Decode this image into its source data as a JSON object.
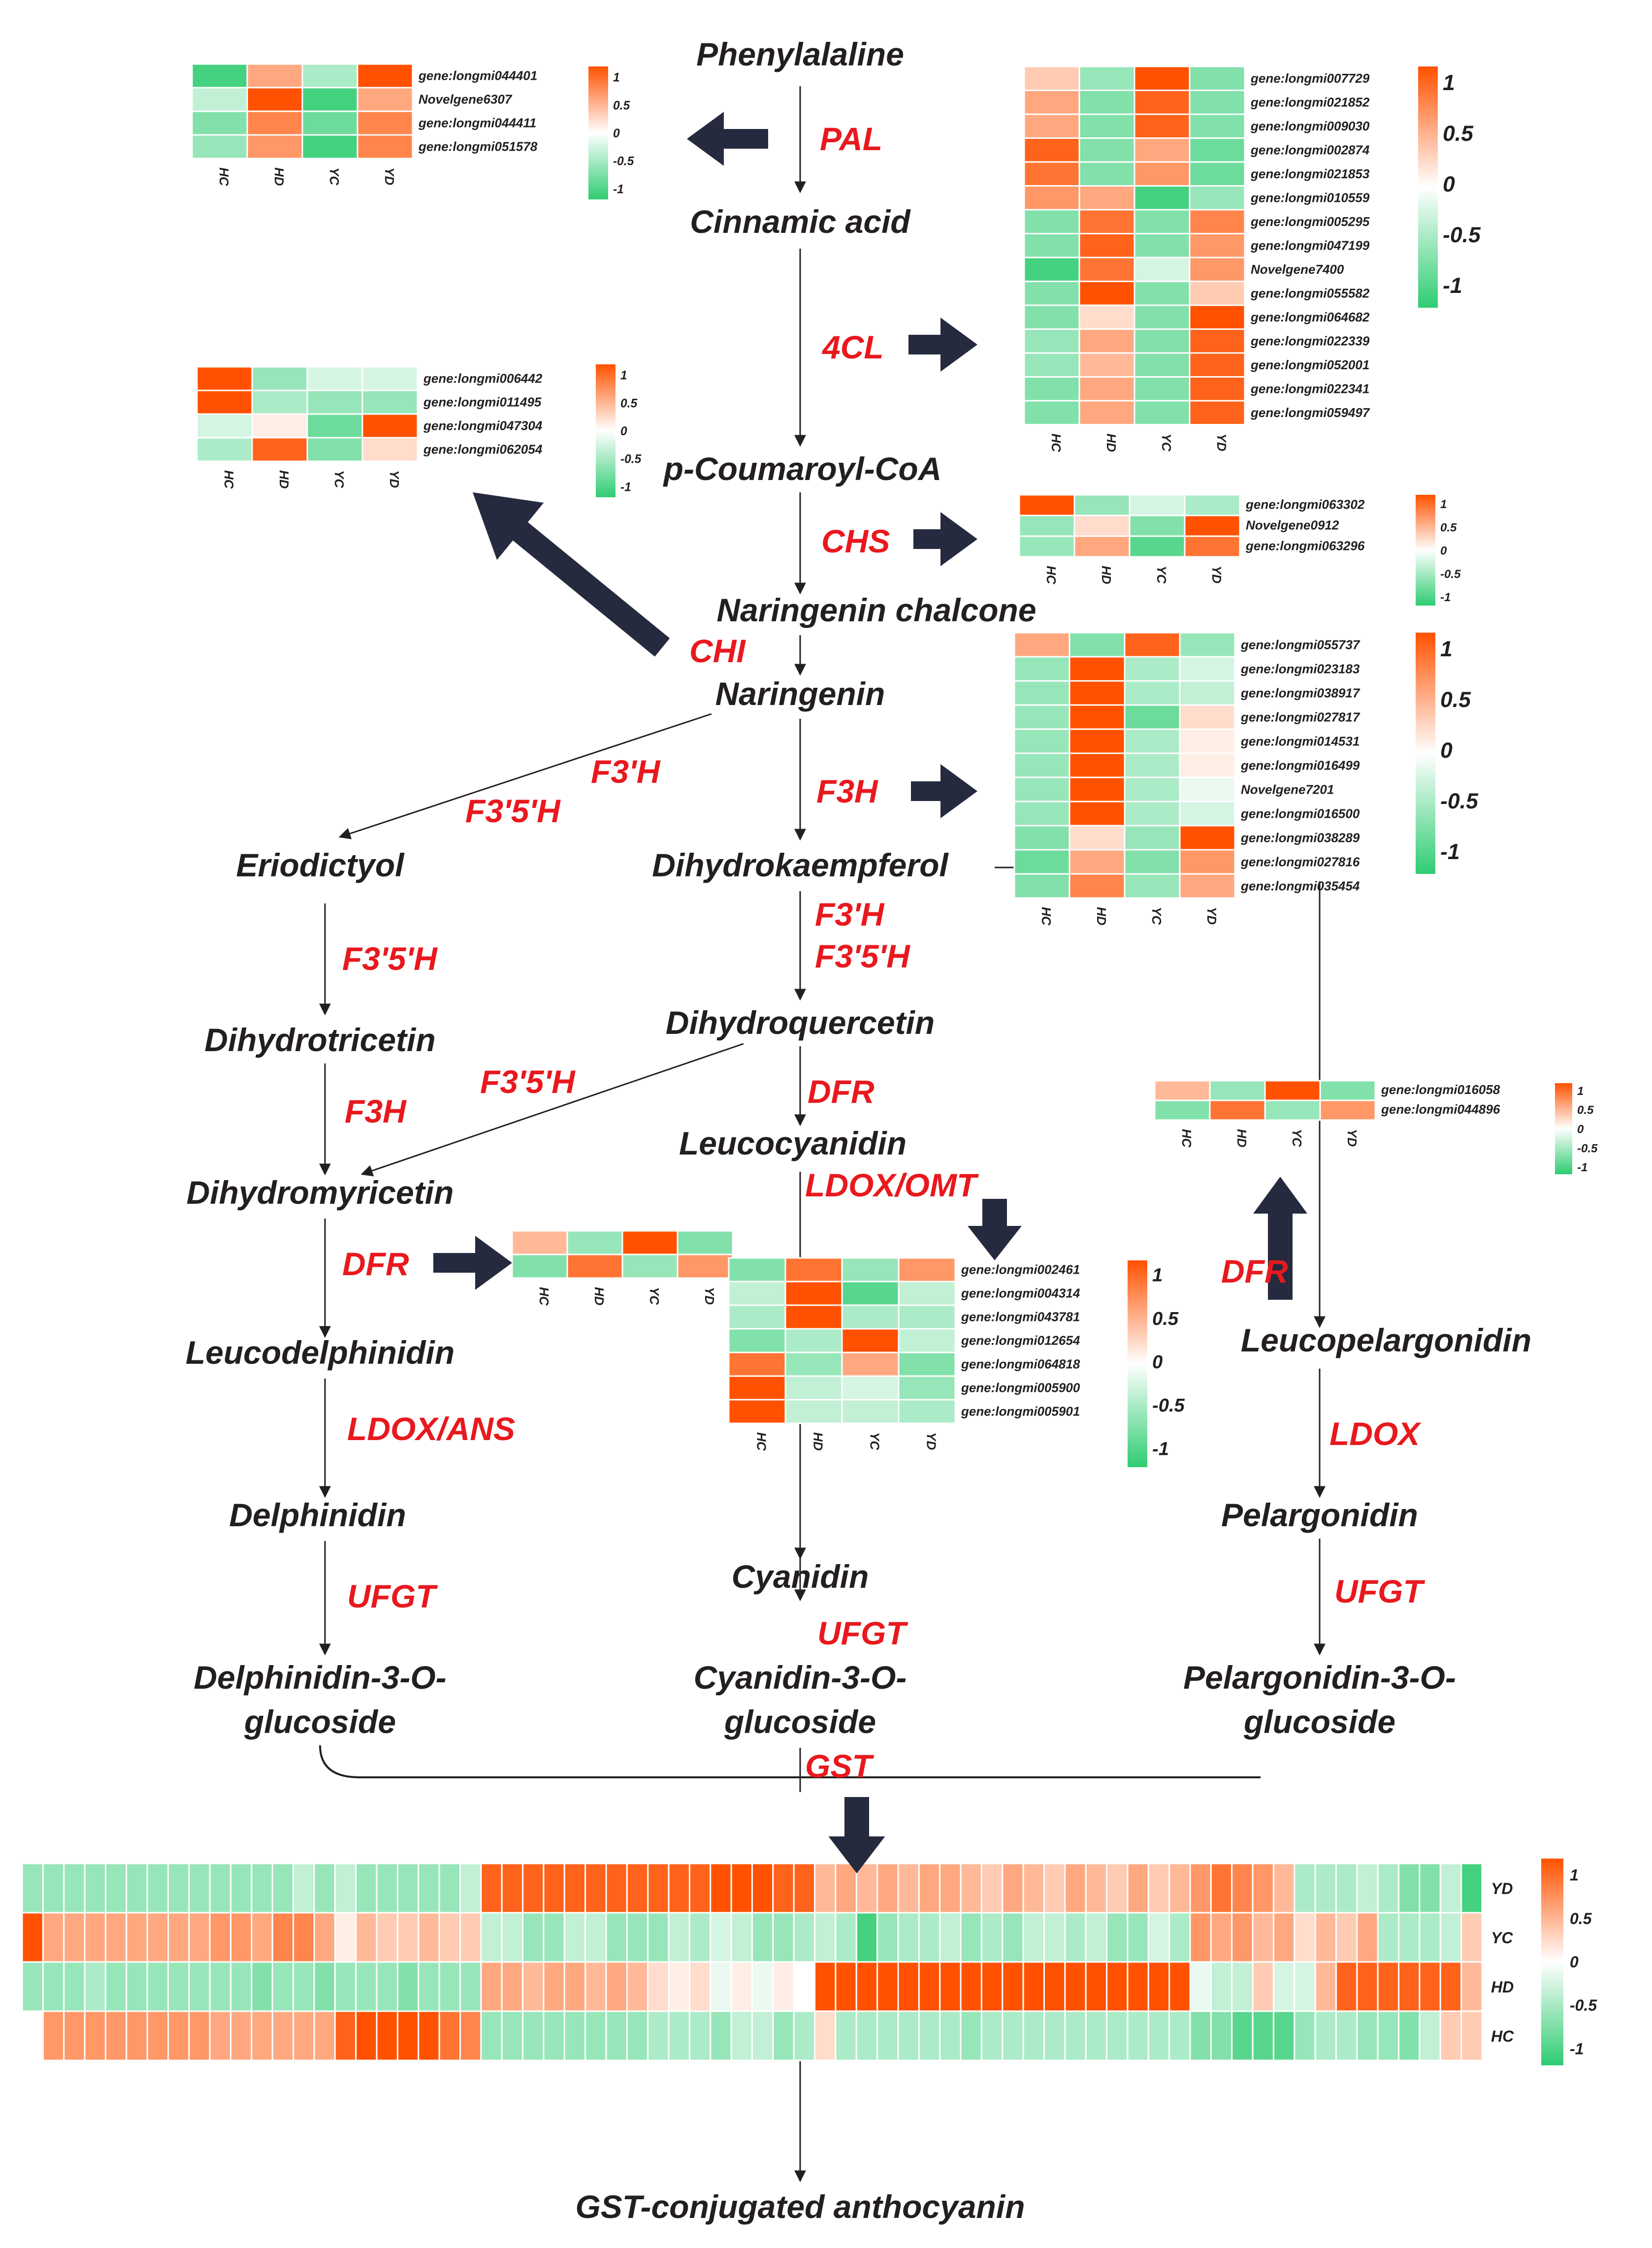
{
  "colors": {
    "enzyme": "#e8191e",
    "text": "#231f20",
    "arrow": "#262a3e",
    "line": "#231f20",
    "high": "#ff5100",
    "low": "#2fcc72",
    "mid": "#ffffff",
    "cell_border": "#ffffff"
  },
  "compounds": {
    "phenylalaline": "Phenylalaline",
    "cinnamic_acid": "Cinnamic acid",
    "coumaroyl_coa": "p-Coumaroyl-CoA",
    "naringenin_chalcone": "Naringenin chalcone",
    "naringenin": "Naringenin",
    "eriodictyol": "Eriodictyol",
    "dihydrokaempferol": "Dihydrokaempferol",
    "dihydrotricetin": "Dihydrotricetin",
    "dihydroquercetin": "Dihydroquercetin",
    "dihydromyricetin": "Dihydromyricetin",
    "leucocyanidin": "Leucocyanidin",
    "leucodelphinidin": "Leucodelphinidin",
    "leucopelargonidin": "Leucopelargonidin",
    "delphinidin": "Delphinidin",
    "cyanidin": "Cyanidin",
    "pelargonidin": "Pelargonidin",
    "delphinidin_glucoside_1": "Delphinidin-3-O-",
    "delphinidin_glucoside_2": "glucoside",
    "cyanidin_glucoside_1": "Cyanidin-3-O-",
    "cyanidin_glucoside_2": "glucoside",
    "pelargonidin_glucoside_1": "Pelargonidin-3-O-",
    "pelargonidin_glucoside_2": "glucoside",
    "gst_anthocyanin": "GST-conjugated anthocyanin"
  },
  "enzymes": {
    "pal": "PAL",
    "c4l": "4CL",
    "chs": "CHS",
    "chi": "CHI",
    "f3h_a": "F3'H",
    "f35h_a": "F3'5'H",
    "f3h": "F3H",
    "f3h_b": "F3'H",
    "f35h_b": "F3'5'H",
    "f35h_c": "F3'5'H",
    "f3h_c": "F3H",
    "f35h_d": "F3'5'H",
    "dfr_a": "DFR",
    "ldox_omt": "LDOX/OMT",
    "dfr_b": "DFR",
    "dfr_c": "DFR",
    "ldox_ans": "LDOX/ANS",
    "ldox": "LDOX",
    "ufgt_a": "UFGT",
    "ufgt_b": "UFGT",
    "ufgt_c": "UFGT",
    "gst": "GST"
  },
  "legend_ticks": [
    "1",
    "0.5",
    "0",
    "-0.5",
    "-1"
  ],
  "heatmaps": [
    {
      "id": "pal",
      "cols": [
        "HC",
        "HD",
        "YC",
        "YD"
      ],
      "rows": [
        "gene:longmi044401",
        "Novelgene6307",
        "gene:longmi044411",
        "gene:longmi051578"
      ],
      "values": [
        [
          -0.9,
          0.5,
          -0.4,
          1.0
        ],
        [
          -0.3,
          1.0,
          -0.9,
          0.5
        ],
        [
          -0.6,
          0.7,
          -0.7,
          0.7
        ],
        [
          -0.5,
          0.6,
          -0.9,
          0.7
        ]
      ]
    },
    {
      "id": "c4l",
      "cols": [
        "HC",
        "HD",
        "YC",
        "YD"
      ],
      "rows": [
        "gene:longmi007729",
        "gene:longmi021852",
        "gene:longmi009030",
        "gene:longmi002874",
        "gene:longmi021853",
        "gene:longmi010559",
        "gene:longmi005295",
        "gene:longmi047199",
        "Novelgene7400",
        "gene:longmi055582",
        "gene:longmi064682",
        "gene:longmi022339",
        "gene:longmi052001",
        "gene:longmi022341",
        "gene:longmi059497"
      ],
      "values": [
        [
          0.3,
          -0.5,
          1.0,
          -0.6
        ],
        [
          0.5,
          -0.6,
          0.9,
          -0.6
        ],
        [
          0.5,
          -0.6,
          0.9,
          -0.6
        ],
        [
          0.9,
          -0.6,
          0.5,
          -0.7
        ],
        [
          0.8,
          -0.6,
          0.6,
          -0.7
        ],
        [
          0.6,
          0.5,
          -0.9,
          -0.5
        ],
        [
          -0.6,
          0.8,
          -0.6,
          0.7
        ],
        [
          -0.6,
          0.9,
          -0.6,
          0.6
        ],
        [
          -0.9,
          0.8,
          -0.2,
          0.6
        ],
        [
          -0.6,
          1.0,
          -0.6,
          0.3
        ],
        [
          -0.6,
          0.2,
          -0.6,
          1.0
        ],
        [
          -0.5,
          0.5,
          -0.6,
          0.9
        ],
        [
          -0.5,
          0.4,
          -0.6,
          0.9
        ],
        [
          -0.6,
          0.5,
          -0.6,
          0.9
        ],
        [
          -0.6,
          0.5,
          -0.6,
          0.9
        ]
      ]
    },
    {
      "id": "chi",
      "cols": [
        "HC",
        "HD",
        "YC",
        "YD"
      ],
      "rows": [
        "gene:longmi006442",
        "gene:longmi011495",
        "gene:longmi047304",
        "gene:longmi062054"
      ],
      "values": [
        [
          1.0,
          -0.5,
          -0.2,
          -0.2
        ],
        [
          1.0,
          -0.4,
          -0.5,
          -0.5
        ],
        [
          -0.2,
          0.1,
          -0.7,
          1.0
        ],
        [
          -0.4,
          0.9,
          -0.6,
          0.2
        ]
      ]
    },
    {
      "id": "chs",
      "cols": [
        "HC",
        "HD",
        "YC",
        "YD"
      ],
      "rows": [
        "gene:longmi063302",
        "Novelgene0912",
        "gene:longmi063296"
      ],
      "values": [
        [
          1.0,
          -0.5,
          -0.2,
          -0.4
        ],
        [
          -0.5,
          0.2,
          -0.6,
          1.0
        ],
        [
          -0.5,
          0.5,
          -0.8,
          0.8
        ]
      ]
    },
    {
      "id": "f3h",
      "cols": [
        "HC",
        "HD",
        "YC",
        "YD"
      ],
      "rows": [
        "gene:longmi055737",
        "gene:longmi023183",
        "gene:longmi038917",
        "gene:longmi027817",
        "gene:longmi014531",
        "gene:longmi016499",
        "Novelgene7201",
        "gene:longmi016500",
        "gene:longmi038289",
        "gene:longmi027816",
        "gene:longmi035454"
      ],
      "values": [
        [
          0.5,
          -0.6,
          0.9,
          -0.5
        ],
        [
          -0.5,
          1.0,
          -0.4,
          -0.2
        ],
        [
          -0.5,
          1.0,
          -0.4,
          -0.3
        ],
        [
          -0.5,
          1.0,
          -0.7,
          0.2
        ],
        [
          -0.5,
          1.0,
          -0.4,
          0.1
        ],
        [
          -0.5,
          1.0,
          -0.4,
          0.1
        ],
        [
          -0.5,
          1.0,
          -0.4,
          -0.1
        ],
        [
          -0.5,
          1.0,
          -0.4,
          -0.2
        ],
        [
          -0.6,
          0.2,
          -0.5,
          1.0
        ],
        [
          -0.7,
          0.5,
          -0.6,
          0.6
        ],
        [
          -0.6,
          0.7,
          -0.5,
          0.5
        ]
      ]
    },
    {
      "id": "dfr_pel",
      "cols": [
        "HC",
        "HD",
        "YC",
        "YD"
      ],
      "rows": [
        "gene:longmi016058",
        "gene:longmi044896"
      ],
      "values": [
        [
          0.4,
          -0.5,
          1.0,
          -0.6
        ],
        [
          -0.6,
          0.8,
          -0.5,
          0.6
        ]
      ]
    },
    {
      "id": "dfr_del",
      "cols": [
        "HC",
        "HD",
        "YC",
        "YD"
      ],
      "rows": [],
      "values": [
        [
          0.4,
          -0.5,
          1.0,
          -0.6
        ],
        [
          -0.6,
          0.8,
          -0.5,
          0.6
        ]
      ]
    },
    {
      "id": "ldox_omt",
      "cols": [
        "HC",
        "HD",
        "YC",
        "YD"
      ],
      "rows": [
        "gene:longmi002461",
        "gene:longmi004314",
        "gene:longmi043781",
        "gene:longmi012654",
        "gene:longmi064818",
        "gene:longmi005900",
        "gene:longmi005901"
      ],
      "values": [
        [
          -0.6,
          0.8,
          -0.5,
          0.6
        ],
        [
          -0.3,
          1.0,
          -0.8,
          -0.3
        ],
        [
          -0.4,
          1.0,
          -0.4,
          -0.4
        ],
        [
          -0.6,
          -0.4,
          1.0,
          -0.3
        ],
        [
          0.8,
          -0.5,
          0.5,
          -0.6
        ],
        [
          1.0,
          -0.3,
          -0.2,
          -0.5
        ],
        [
          1.0,
          -0.3,
          -0.3,
          -0.4
        ]
      ]
    }
  ],
  "gst_heatmap": {
    "rows": [
      "YD",
      "YC",
      "HD",
      "HC"
    ],
    "values": [
      [
        -0.5,
        -0.5,
        -0.5,
        -0.5,
        -0.5,
        -0.5,
        -0.5,
        -0.5,
        -0.5,
        -0.5,
        -0.5,
        -0.5,
        -0.5,
        -0.3,
        -0.5,
        -0.3,
        -0.5,
        -0.5,
        -0.5,
        -0.5,
        -0.5,
        -0.3,
        0.9,
        0.9,
        0.9,
        0.9,
        0.9,
        0.9,
        0.9,
        0.9,
        0.9,
        0.9,
        0.9,
        1.0,
        1.0,
        1.0,
        0.9,
        0.9,
        0.4,
        0.5,
        0.4,
        0.5,
        0.4,
        0.5,
        0.5,
        0.4,
        0.3,
        0.5,
        0.4,
        0.3,
        0.5,
        0.4,
        0.3,
        0.5,
        0.3,
        0.4,
        0.6,
        0.8,
        0.7,
        0.6,
        0.4,
        -0.4,
        -0.4,
        -0.4,
        -0.3,
        -0.4,
        -0.6,
        -0.6,
        -0.3,
        -0.9
      ],
      [
        1.0,
        0.5,
        0.5,
        0.5,
        0.5,
        0.5,
        0.5,
        0.5,
        0.5,
        0.6,
        0.6,
        0.5,
        0.7,
        0.7,
        0.5,
        0.1,
        0.4,
        0.3,
        0.3,
        0.4,
        0.3,
        0.3,
        -0.3,
        -0.3,
        -0.5,
        -0.5,
        -0.3,
        -0.3,
        -0.5,
        -0.5,
        -0.5,
        -0.3,
        -0.4,
        -0.2,
        -0.3,
        -0.5,
        -0.5,
        -0.4,
        -0.3,
        -0.4,
        -0.9,
        -0.5,
        -0.4,
        -0.4,
        -0.3,
        -0.5,
        -0.4,
        -0.5,
        -0.3,
        -0.3,
        -0.4,
        -0.3,
        -0.5,
        -0.5,
        -0.2,
        -0.4,
        0.6,
        0.5,
        0.6,
        0.4,
        0.5,
        0.2,
        0.4,
        0.3,
        0.5,
        -0.4,
        -0.4,
        -0.4,
        -0.3,
        0.3
      ],
      [
        -0.5,
        -0.5,
        -0.5,
        -0.4,
        -0.5,
        -0.5,
        -0.5,
        -0.5,
        -0.5,
        -0.5,
        -0.5,
        -0.6,
        -0.5,
        -0.5,
        -0.6,
        -0.5,
        -0.5,
        -0.5,
        -0.6,
        -0.5,
        -0.5,
        -0.5,
        0.5,
        0.5,
        0.4,
        0.5,
        0.5,
        0.4,
        0.5,
        0.4,
        0.2,
        0.1,
        0.2,
        -0.1,
        0.1,
        -0.1,
        0.1,
        0.0,
        1.0,
        1.0,
        1.0,
        1.0,
        1.0,
        1.0,
        1.0,
        1.0,
        1.0,
        1.0,
        1.0,
        1.0,
        1.0,
        1.0,
        1.0,
        1.0,
        1.0,
        1.0,
        -0.1,
        -0.3,
        -0.3,
        0.3,
        -0.2,
        -0.2,
        0.4,
        0.9,
        0.9,
        0.9,
        0.9,
        0.9,
        0.9,
        0.4
      ],
      [
        0.0,
        0.6,
        0.6,
        0.6,
        0.6,
        0.6,
        0.6,
        0.6,
        0.6,
        0.5,
        0.5,
        0.5,
        0.5,
        0.5,
        0.5,
        0.9,
        1.0,
        1.0,
        1.0,
        1.0,
        0.8,
        0.7,
        -0.5,
        -0.5,
        -0.5,
        -0.5,
        -0.5,
        -0.5,
        -0.5,
        -0.5,
        -0.4,
        -0.4,
        -0.4,
        -0.5,
        -0.3,
        -0.3,
        -0.5,
        -0.4,
        0.2,
        -0.4,
        -0.4,
        -0.4,
        -0.4,
        -0.4,
        -0.4,
        -0.5,
        -0.4,
        -0.4,
        -0.4,
        -0.4,
        -0.4,
        -0.4,
        -0.4,
        -0.4,
        -0.4,
        -0.4,
        -0.6,
        -0.6,
        -0.8,
        -0.8,
        -0.8,
        -0.5,
        -0.4,
        -0.4,
        -0.5,
        -0.5,
        -0.6,
        -0.3,
        0.3,
        0.3
      ]
    ]
  }
}
